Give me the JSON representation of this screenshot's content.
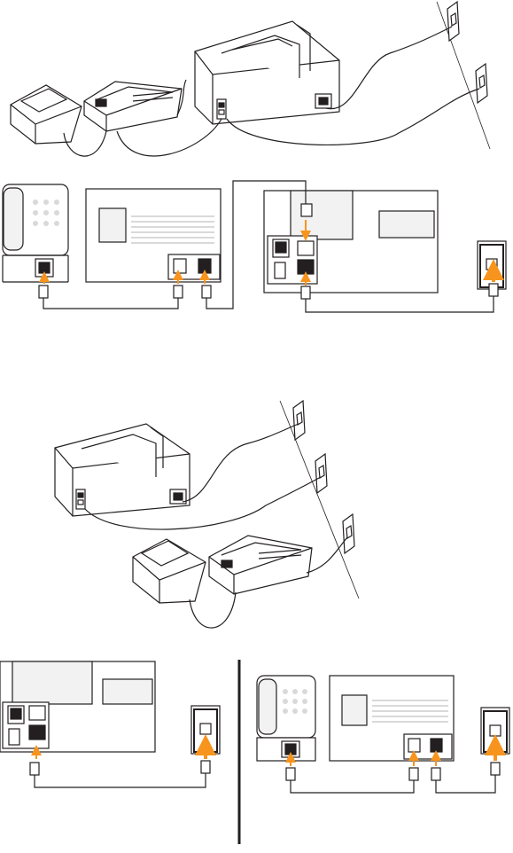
{
  "colors": {
    "line": "#231f20",
    "panel": "#f2f2f2",
    "shade": "#d9d9d9",
    "dark_port": "#231f20",
    "arrow": "#f7941d",
    "divider": "#231f20"
  },
  "scenes": [
    {
      "id": "scene-1-printer-answering-machine-phone-two-wall-jacks",
      "parts": [
        "printer",
        "answering-machine",
        "telephone",
        "wall-jack",
        "wall-jack"
      ]
    },
    {
      "id": "scene-2-printer-phone-answering-machine-three-wall-jacks",
      "parts": [
        "printer",
        "telephone",
        "answering-machine",
        "wall-jack",
        "wall-jack",
        "wall-jack"
      ]
    }
  ],
  "steps": [
    {
      "id": "step-1-chain-connection",
      "icons": [
        "phone-icon",
        "answering-machine-icon",
        "printer-back-icon",
        "wall-jack-icon"
      ]
    },
    {
      "id": "step-2a-printer-to-wall",
      "icons": [
        "printer-back-icon",
        "wall-jack-icon"
      ]
    },
    {
      "id": "step-2b-phone-and-answering-machine",
      "icons": [
        "phone-icon",
        "answering-machine-icon",
        "wall-jack-icon"
      ]
    }
  ]
}
